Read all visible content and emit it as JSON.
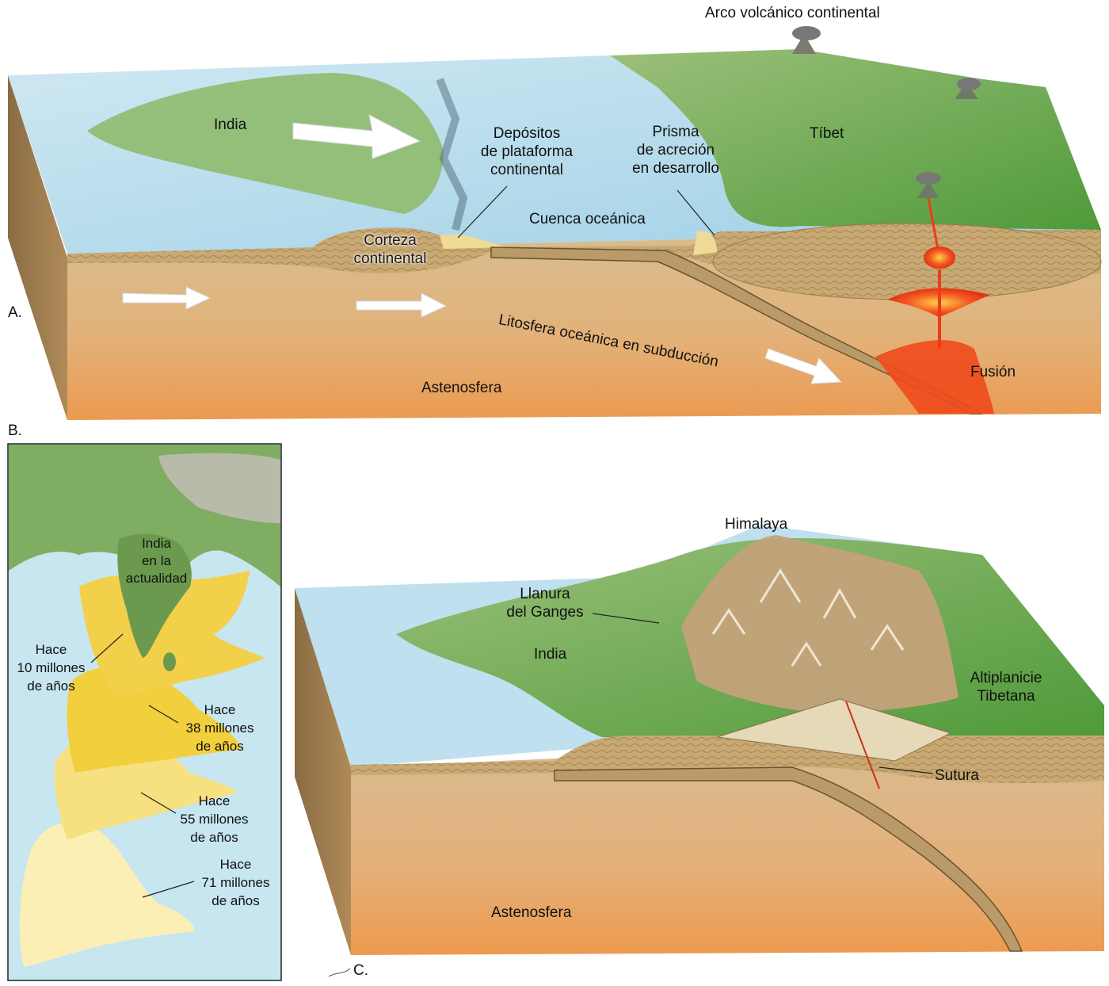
{
  "panel_a": {
    "letter": "A.",
    "labels": {
      "arco": "Arco volcánico continental",
      "india": "India",
      "tibet": "Tíbet",
      "depositos": [
        "Depósitos",
        "de plataforma",
        "continental"
      ],
      "prisma": [
        "Prisma",
        "de acreción",
        "en desarrollo"
      ],
      "cuenca": "Cuenca oceánica",
      "corteza": [
        "Corteza",
        "continental"
      ],
      "litosfera": "Litosfera oceánica en subducción",
      "astenosfera": "Astenosfera",
      "fusion": "Fusión"
    }
  },
  "panel_b": {
    "letter": "B.",
    "labels": {
      "india_actual": [
        "India",
        "en la",
        "actualidad"
      ],
      "hace10": [
        "Hace",
        "10 millones",
        "de años"
      ],
      "hace38": [
        "Hace",
        "38 millones",
        "de años"
      ],
      "hace55": [
        "Hace",
        "55 millones",
        "de años"
      ],
      "hace71": [
        "Hace",
        "71 millones",
        "de años"
      ]
    }
  },
  "panel_c": {
    "letter": "C.",
    "labels": {
      "himalaya": "Himalaya",
      "llanura": [
        "Llanura",
        "del Ganges"
      ],
      "india": "India",
      "altiplanicie": [
        "Altiplanicie",
        "Tibetana"
      ],
      "sutura": "Sutura",
      "astenosfera": "Astenosfera"
    }
  },
  "colors": {
    "sea": "#bfe0ee",
    "land_green": "#6aa84f",
    "crust": "#c9a96e",
    "mantle": "#d7b98a",
    "asthenosphere": "#e9a45c",
    "magma": "#ee3a1c",
    "continent_yellow": "#f2cf3c"
  }
}
